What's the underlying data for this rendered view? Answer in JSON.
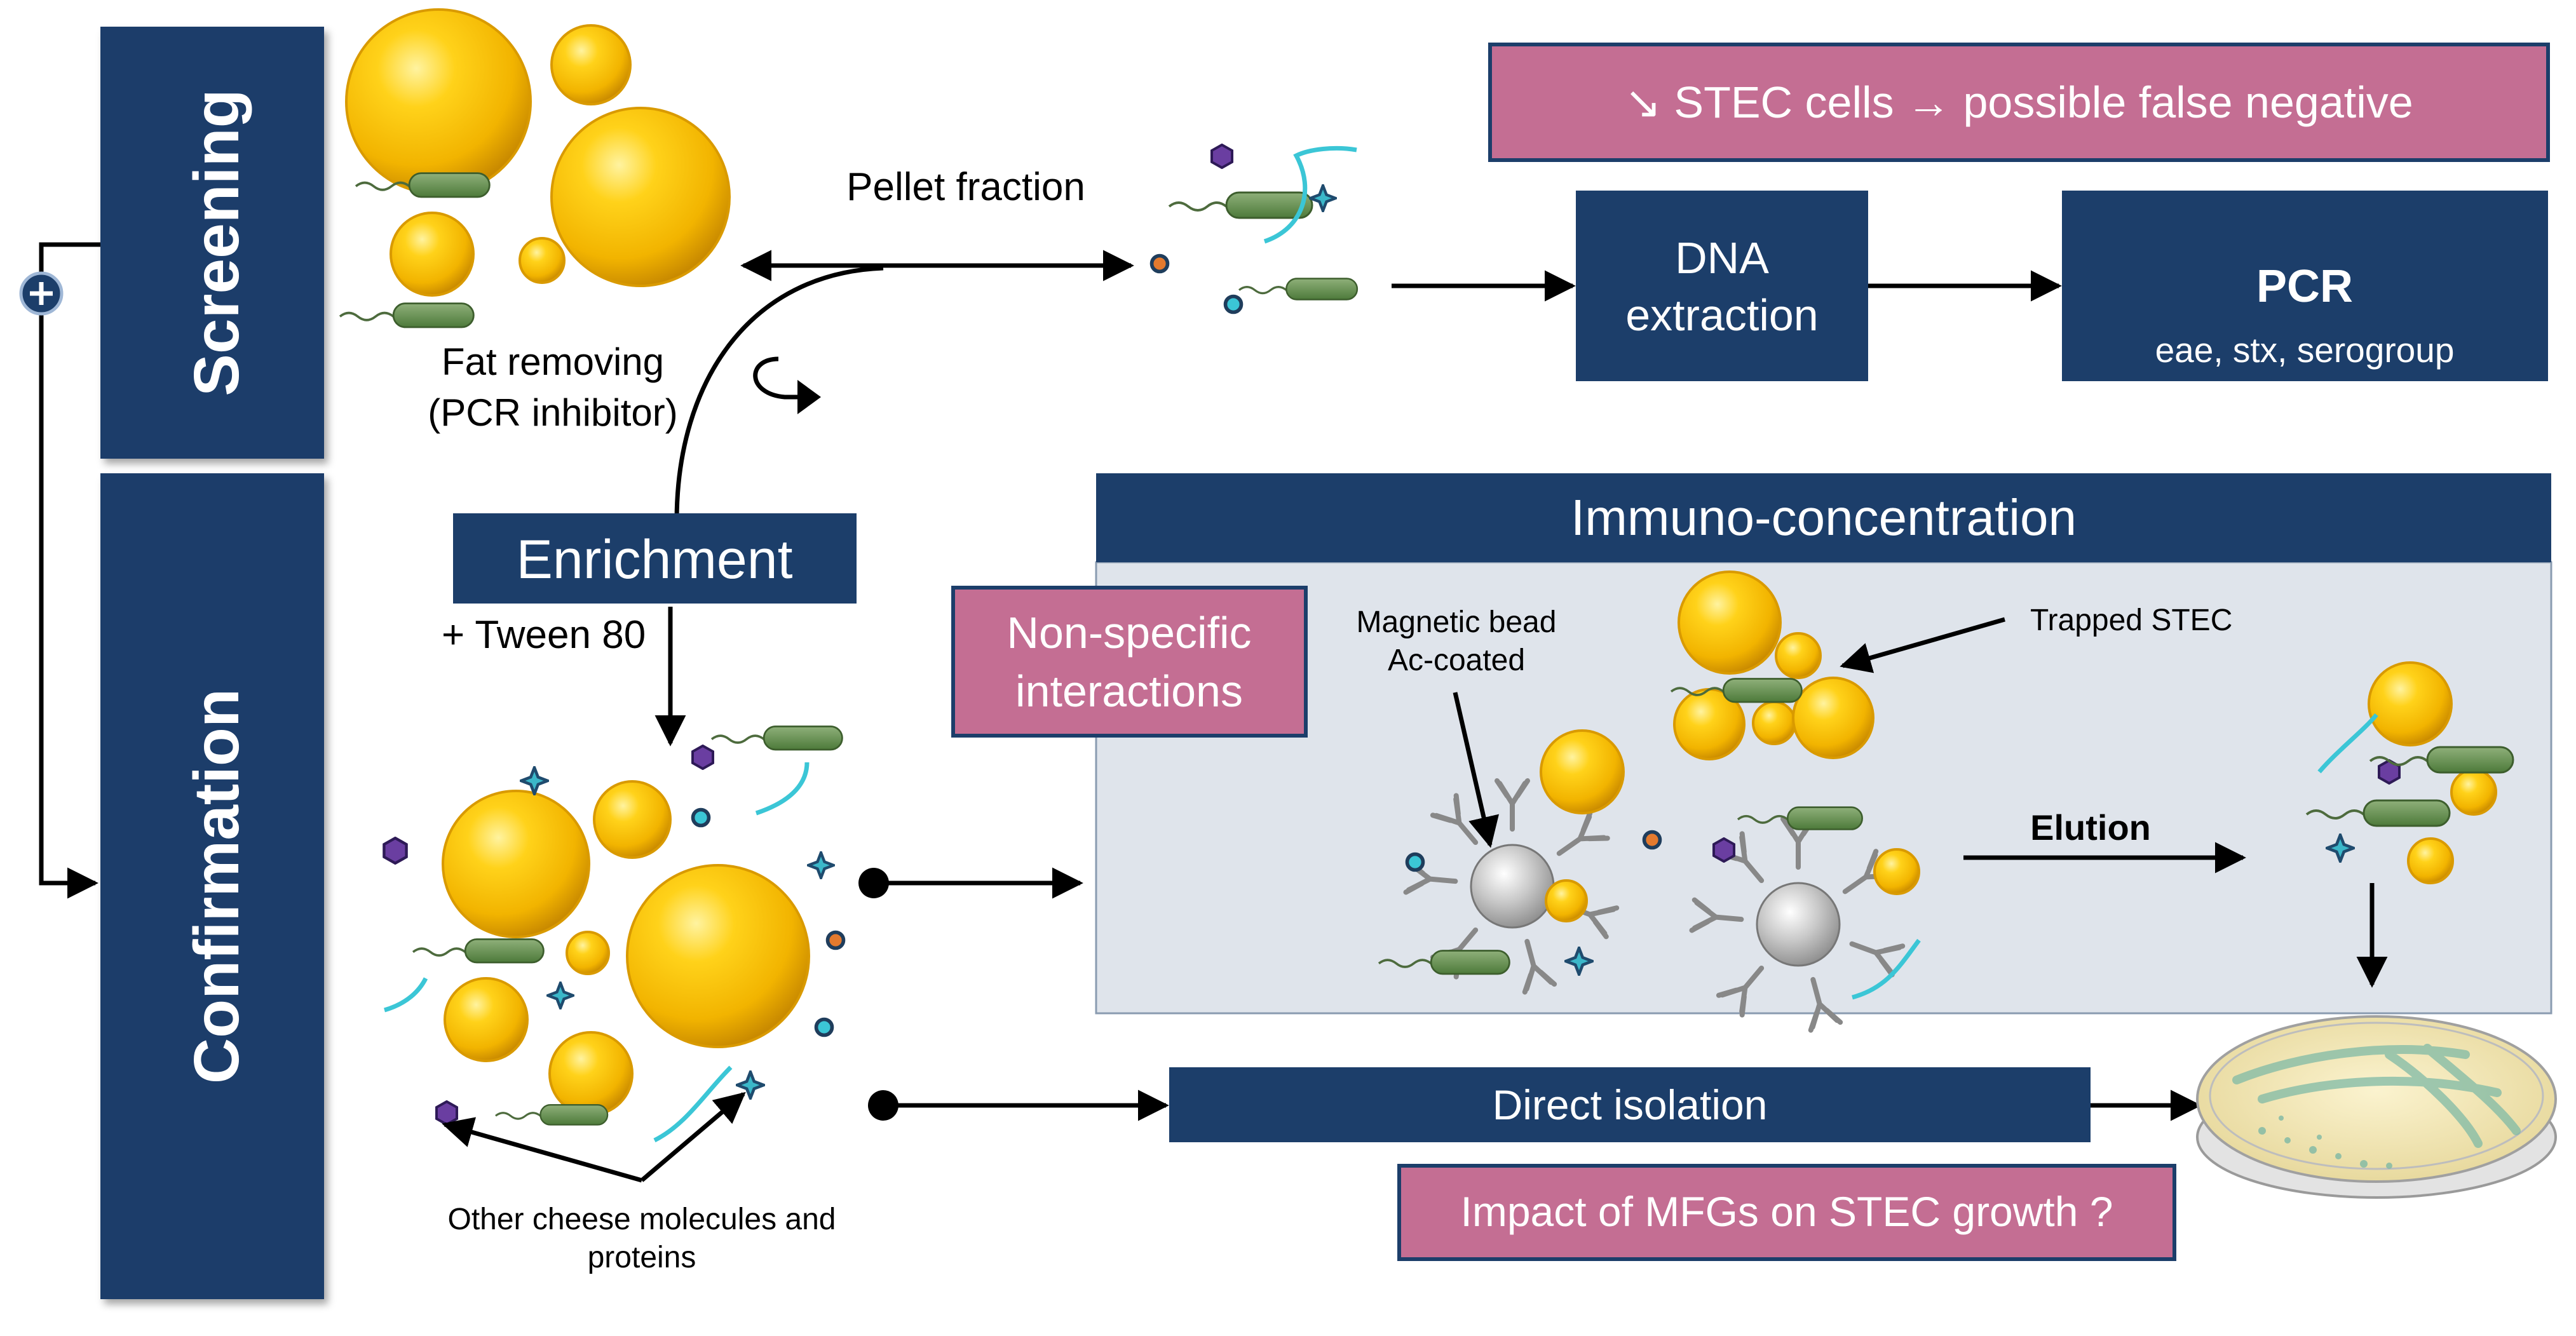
{
  "colors": {
    "navy": "#1c3e6a",
    "pink": "#c46e93",
    "panel": "#dfe4eb",
    "gold": "#f2c200",
    "bacteria": "#5e8a4a",
    "cyan": "#3bc6d6",
    "purple": "#6a3ea1",
    "orange": "#e47a2e",
    "teal": "#2a8c9a"
  },
  "sections": {
    "screening": "Screening",
    "confirmation": "Confirmation"
  },
  "screening": {
    "fat_removing_line1": "Fat removing",
    "fat_removing_line2": "(PCR inhibitor)",
    "pellet_fraction": "Pellet fraction",
    "false_negative": "↘ STEC cells  → possible false negative",
    "dna_extraction_line1": "DNA",
    "dna_extraction_line2": "extraction",
    "pcr_title": "PCR",
    "pcr_targets": "eae, stx, serogroup"
  },
  "enrichment": {
    "label": "Enrichment",
    "additive": "+ Tween 80"
  },
  "cheese": {
    "caption_line1": "Other cheese molecules and",
    "caption_line2": "proteins"
  },
  "immuno": {
    "title": "Immuno-concentration",
    "nonspecific_line1": "Non-specific",
    "nonspecific_line2": "interactions",
    "bead_line1": "Magnetic bead",
    "bead_line2": "Ac-coated",
    "trapped": "Trapped STEC",
    "elution": "Elution"
  },
  "isolation": {
    "direct": "Direct isolation",
    "impact": "Impact of MFGs on STEC growth ?"
  },
  "icons": [
    "plus-icon",
    "petri-dish-icon",
    "magnetic-bead-icon",
    "bacterium-icon",
    "fat-globule-icon",
    "rotate-arrow-icon"
  ]
}
